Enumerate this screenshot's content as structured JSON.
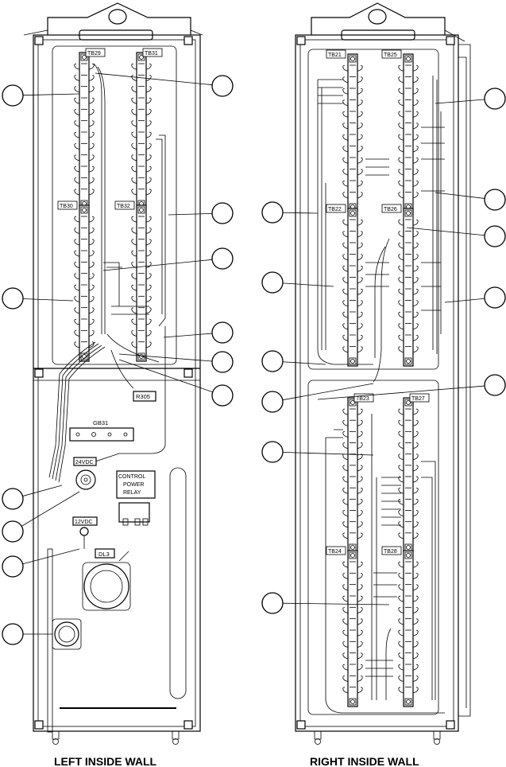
{
  "left_wall": {
    "caption": "LEFT INSIDE WALL",
    "terminal_boards": [
      "TB29",
      "TB31",
      "TB30",
      "TB32"
    ],
    "labels": {
      "resistor": "R305",
      "ground_bar": "GB31",
      "voltage_24": "24VDC",
      "voltage_12": "12VDC",
      "relay_line1": "CONTROL",
      "relay_line2": "POWER",
      "relay_line3": "RELAY",
      "lamp": "DL3"
    }
  },
  "right_wall": {
    "caption": "RIGHT INSIDE WALL",
    "terminal_boards": [
      "TB21",
      "TB25",
      "TB22",
      "TB26",
      "TB23",
      "TB27",
      "TB24",
      "TB28"
    ]
  },
  "colors": {
    "line": "#000000",
    "background": "#ffffff"
  }
}
